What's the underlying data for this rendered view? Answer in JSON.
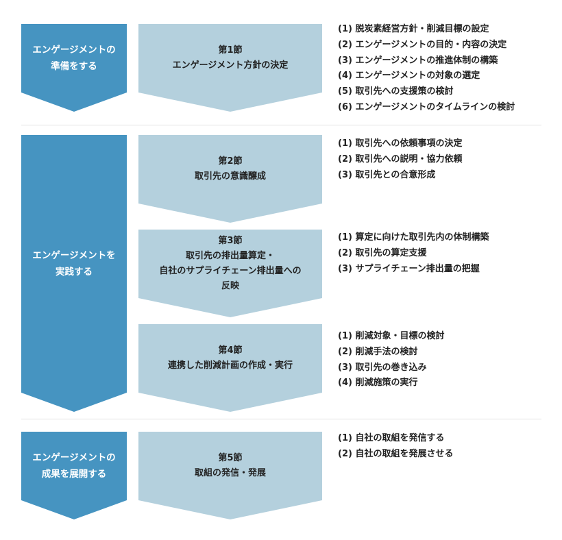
{
  "colors": {
    "phase": "#4694c1",
    "section": "#b4d0dd",
    "text": "#222222",
    "divider": "#e2e2e2"
  },
  "phases": [
    {
      "label": "エンゲージメントの\n準備をする"
    },
    {
      "label": "エンゲージメントを\n実践する"
    },
    {
      "label": "エンゲージメントの\n成果を展開する"
    }
  ],
  "sections": [
    {
      "number": "第1節",
      "title": "エンゲージメント方針の決定",
      "items": [
        "(1)  脱炭素経営方針・削減目標の設定",
        "(2)  エンゲージメントの目的・内容の決定",
        "(3)  エンゲージメントの推進体制の構築",
        "(4)  エンゲージメントの対象の選定",
        "(5)  取引先への支援策の検討",
        "(6)  エンゲージメントのタイムラインの検討"
      ]
    },
    {
      "number": "第2節",
      "title": "取引先の意識醸成",
      "items": [
        "(1)  取引先への依頼事項の決定",
        "(2)  取引先への説明・協力依頼",
        "(3)  取引先との合意形成"
      ]
    },
    {
      "number": "第3節",
      "title": "取引先の排出量算定・\n自社のサプライチェーン排出量への\n反映",
      "items": [
        "(1)  算定に向けた取引先内の体制構築",
        "(2)  取引先の算定支援",
        "(3)  サプライチェーン排出量の把握"
      ]
    },
    {
      "number": "第4節",
      "title": "連携した削減計画の作成・実行",
      "items": [
        "(1)  削減対象・目標の検討",
        "(2)  削減手法の検討",
        "(3)  取引先の巻き込み",
        "(4)  削減施策の実行"
      ]
    },
    {
      "number": "第5節",
      "title": "取組の発信・発展",
      "items": [
        "(1)  自社の取組を発信する",
        "(2)  自社の取組を発展させる"
      ]
    }
  ]
}
